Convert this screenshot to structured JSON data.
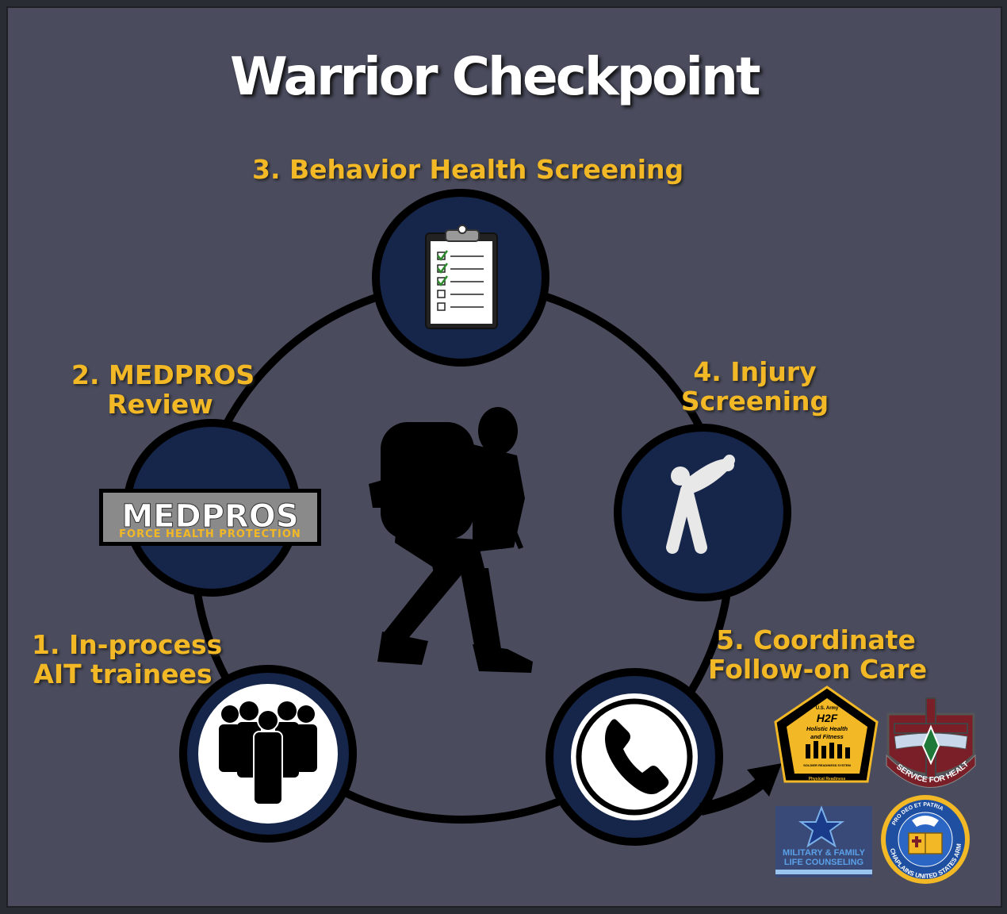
{
  "title": "Warrior Checkpoint",
  "steps": [
    {
      "line1": "1. In-process",
      "line2": "AIT trainees",
      "icon": "group-of-people-icon"
    },
    {
      "line1": "2. MEDPROS",
      "line2": "Review",
      "icon": "medpros-logo"
    },
    {
      "line1": "3. Behavior Health Screening",
      "icon": "clipboard-checklist-icon"
    },
    {
      "line1": "4. Injury",
      "line2": "Screening",
      "icon": "stretching-figure-icon"
    },
    {
      "line1": "5. Coordinate",
      "line2": "Follow-on Care",
      "icon": "telephone-icon"
    }
  ],
  "medpros_logo": {
    "main": "MEDPROS",
    "sub": "FORCE HEALTH PROTECTION"
  },
  "resources": {
    "h2f": {
      "top": "U.S. Army",
      "main": "H2F",
      "line1": "Holistic Health",
      "line2": "and Fitness",
      "sub": "SOLDIER READINESS SYSTEM",
      "bottom": "Physical Readiness"
    },
    "medical_crest": {
      "motto": "SERVICE FOR HEALTH"
    },
    "mflc": {
      "line1": "MILITARY & FAMILY",
      "line2": "LIFE COUNSELING"
    },
    "chaplains": {
      "top": "PRO DEO ET PATRIA",
      "bottom": "CHAPLAINS UNITED STATES ARMY"
    }
  },
  "colors": {
    "background": "#4a4c5e",
    "label": "#f2b826",
    "node_fill": "#16254a",
    "ring": "#000000"
  }
}
